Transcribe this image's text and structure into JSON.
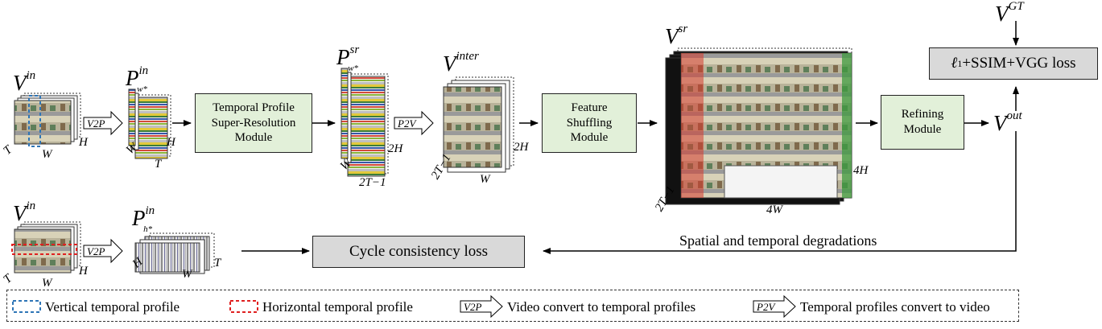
{
  "inputs": {
    "v_in_base": "V",
    "v_in_sup": "in",
    "p_w_base": "P",
    "p_w_sup": "in",
    "p_w_sub": "w*",
    "p_h_base": "P",
    "p_h_sup": "in",
    "p_h_sub": "h*",
    "p_sr_base": "P",
    "p_sr_sup": "sr",
    "p_sr_sub": "w*",
    "v_inter_base": "V",
    "v_inter_sup": "inter",
    "v_sr_base": "V",
    "v_sr_sup": "sr",
    "v_out_base": "V",
    "v_out_sup": "out",
    "v_gt_base": "V",
    "v_gt_sup": "GT"
  },
  "dims": {
    "T": "T",
    "H": "H",
    "W": "W",
    "two_H": "2H",
    "two_T_minus_1": "2T−1",
    "four_H": "4H",
    "four_W": "4W"
  },
  "modules": {
    "tpsr_line1": "Temporal Profile",
    "tpsr_line2": "Super-Resolution",
    "tpsr_line3": "Module",
    "feature_line1": "Feature",
    "feature_line2": "Shuffling",
    "feature_line3": "Module",
    "refining_line1": "Refining",
    "refining_line2": "Module",
    "loss_ell": "ℓ",
    "loss_sub": "1",
    "loss_rest": "+SSIM+VGG loss",
    "cycle_loss": "Cycle consistency loss"
  },
  "edges": {
    "v2p": "V2P",
    "p2v": "P2V",
    "degradation": "Spatial and temporal degradations"
  },
  "legend": {
    "vertical": "Vertical temporal profile",
    "horizontal": "Horizontal temporal profile",
    "v2p_icon": "V2P",
    "v2p_text": "Video convert to temporal profiles",
    "p2v_icon": "P2V",
    "p2v_text": "Temporal profiles convert to video",
    "vertical_color": "#2e75b6",
    "horizontal_color": "#e02020"
  }
}
